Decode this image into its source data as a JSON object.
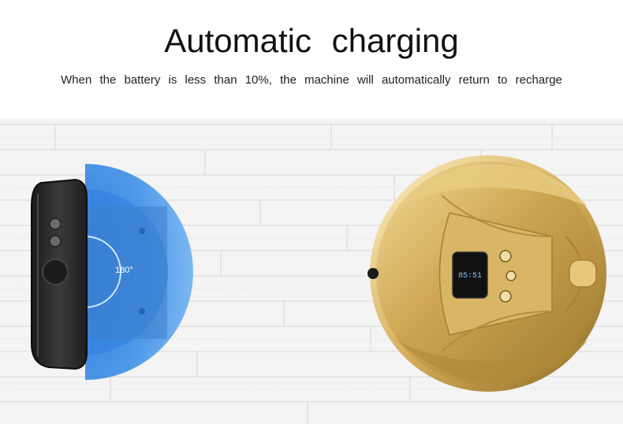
{
  "header": {
    "title": "Automatic charging",
    "subtitle": "When the battery is less than 10%, the machine will automatically return to recharge"
  },
  "dock": {
    "angle_label": "180°"
  },
  "robot": {
    "display_time": "85:51"
  },
  "colors": {
    "accent_blue": "#3d8fe6",
    "gold": "#c9a14a",
    "dock_black": "#2a2a2a"
  }
}
